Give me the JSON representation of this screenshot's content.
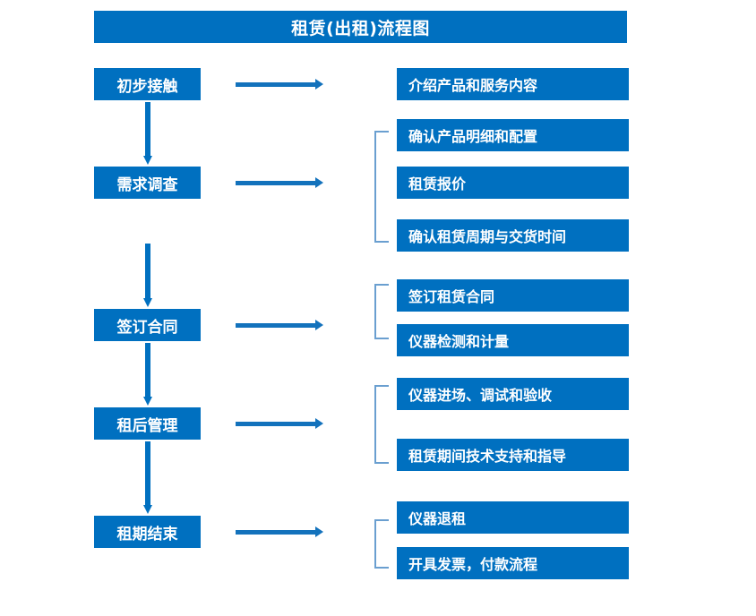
{
  "title": "租赁(出租)流程图",
  "colors": {
    "box_blue": "#0070C0",
    "arrow_blue": "#1372BC",
    "bracket_blue": "#6a9fd0",
    "text_white": "#ffffff"
  },
  "stages": [
    {
      "label": "初步接触"
    },
    {
      "label": "需求调查"
    },
    {
      "label": "签订合同"
    },
    {
      "label": "租后管理"
    },
    {
      "label": "租期结束"
    }
  ],
  "details": [
    {
      "label": "介绍产品和服务内容"
    },
    {
      "label": "确认产品明细和配置"
    },
    {
      "label": "租赁报价"
    },
    {
      "label": "确认租赁周期与交货时间"
    },
    {
      "label": "签订租赁合同"
    },
    {
      "label": "仪器检测和计量"
    },
    {
      "label": "仪器进场、调试和验收"
    },
    {
      "label": "租赁期间技术支持和指导"
    },
    {
      "label": "仪器退租"
    },
    {
      "label": "开具发票，付款流程"
    }
  ]
}
